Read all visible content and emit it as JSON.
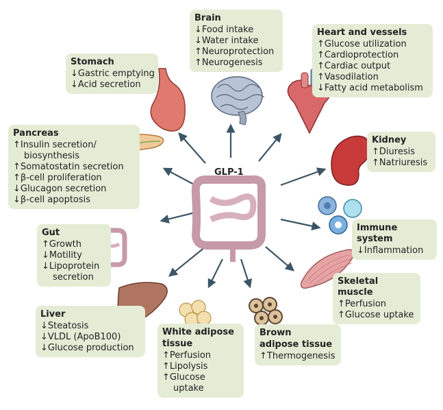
{
  "center": {
    "label": "GLP-1"
  },
  "organs": [
    {
      "id": "brain",
      "title": "Brain",
      "effects": [
        {
          "arrow": "↓",
          "text": "Food intake"
        },
        {
          "arrow": "↓",
          "text": "Water intake"
        },
        {
          "arrow": "↑",
          "text": "Neuroprotection"
        },
        {
          "arrow": "↑",
          "text": "Neurogenesis"
        }
      ]
    },
    {
      "id": "heart",
      "title": "Heart and vessels",
      "effects": [
        {
          "arrow": "↑",
          "text": "Glucose utilization"
        },
        {
          "arrow": "↑",
          "text": "Cardioprotection"
        },
        {
          "arrow": "↑",
          "text": "Cardiac output"
        },
        {
          "arrow": "↑",
          "text": "Vasodilation"
        },
        {
          "arrow": "↓",
          "text": "Fatty acid metabolism"
        }
      ]
    },
    {
      "id": "stomach",
      "title": "Stomach",
      "effects": [
        {
          "arrow": "↓",
          "text": "Gastric emptying"
        },
        {
          "arrow": "↓",
          "text": "Acid secretion"
        }
      ]
    },
    {
      "id": "pancreas",
      "title": "Pancreas",
      "effects": [
        {
          "arrow": "↑",
          "text": "Insulin secretion/"
        },
        {
          "arrow": "",
          "text": "biosynthesis"
        },
        {
          "arrow": "↑",
          "text": "Somatostatin secretion"
        },
        {
          "arrow": "↑",
          "text": "β-cell proliferation"
        },
        {
          "arrow": "↓",
          "text": "Glucagon secretion"
        },
        {
          "arrow": "↓",
          "text": "β-cell apoptosis"
        }
      ]
    },
    {
      "id": "kidney",
      "title": "Kidney",
      "effects": [
        {
          "arrow": "↑",
          "text": "Diuresis"
        },
        {
          "arrow": "↑",
          "text": "Natriuresis"
        }
      ]
    },
    {
      "id": "immune",
      "title": "Immune system",
      "effects": [
        {
          "arrow": "↓",
          "text": "Inflammation"
        }
      ]
    },
    {
      "id": "gut",
      "title": "Gut",
      "effects": [
        {
          "arrow": "↑",
          "text": "Growth"
        },
        {
          "arrow": "↓",
          "text": "Motility"
        },
        {
          "arrow": "↓",
          "text": "Lipoprotein"
        },
        {
          "arrow": "",
          "text": "secretion"
        }
      ]
    },
    {
      "id": "muscle",
      "title": "Skeletal muscle",
      "effects": [
        {
          "arrow": "↑",
          "text": "Perfusion"
        },
        {
          "arrow": "↑",
          "text": "Glucose uptake"
        }
      ]
    },
    {
      "id": "liver",
      "title": "Liver",
      "effects": [
        {
          "arrow": "↓",
          "text": "Steatosis"
        },
        {
          "arrow": "↓",
          "text": "VLDL (ApoB100)"
        },
        {
          "arrow": "↓",
          "text": "Glucose production"
        }
      ]
    },
    {
      "id": "wat",
      "title": "White adipose tissue",
      "title_lines": [
        "White adipose",
        "tissue"
      ],
      "effects": [
        {
          "arrow": "↑",
          "text": "Perfusion"
        },
        {
          "arrow": "↑",
          "text": "Lipolysis"
        },
        {
          "arrow": "↑",
          "text": "Glucose"
        },
        {
          "arrow": "",
          "text": "uptake"
        }
      ]
    },
    {
      "id": "bat",
      "title": "Brown adipose tissue",
      "title_lines": [
        "Brown",
        "adipose tissue"
      ],
      "effects": [
        {
          "arrow": "↑",
          "text": "Thermogenesis"
        }
      ]
    }
  ]
}
